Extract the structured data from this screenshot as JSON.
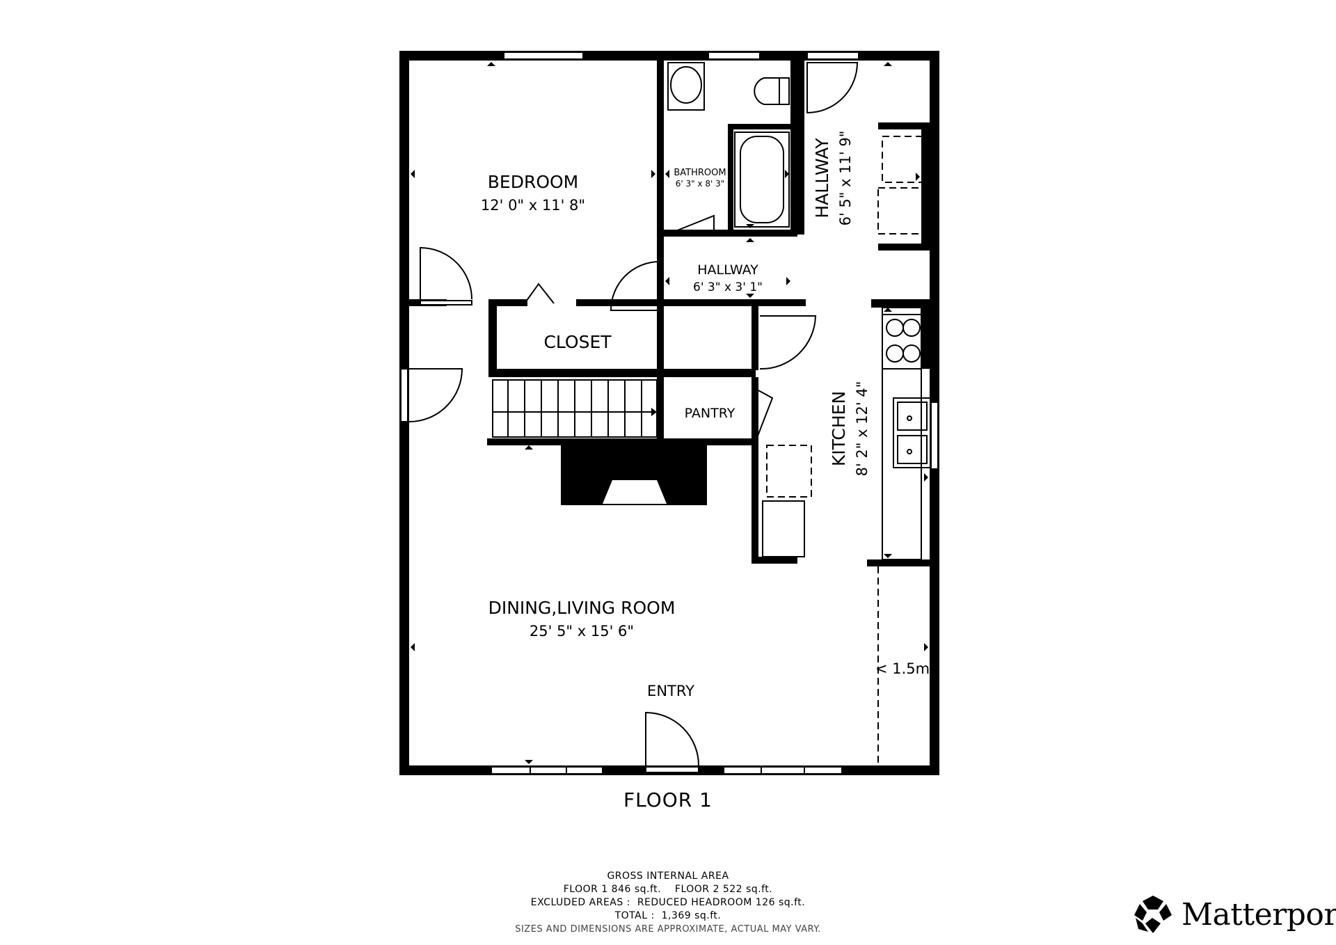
{
  "rooms": {
    "bedroom": {
      "name": "BEDROOM",
      "dims": "12' 0\" x 11' 8\""
    },
    "bathroom": {
      "name": "BATHROOM",
      "dims": "6' 3\" x 8' 3\""
    },
    "hallway_upper": {
      "name": "HALLWAY",
      "dims": "6' 5\" x 11' 9\""
    },
    "hallway_small": {
      "name": "HALLWAY",
      "dims": "6' 3\" x 3' 1\""
    },
    "closet": {
      "name": "CLOSET"
    },
    "pantry": {
      "name": "PANTRY"
    },
    "kitchen": {
      "name": "KITCHEN",
      "dims": "8' 2\" x 12' 4\""
    },
    "dining_living": {
      "name": "DINING,LIVING ROOM",
      "dims": "25' 5\" x 15' 6\""
    },
    "entry": {
      "name": "ENTRY"
    },
    "reduced_headroom": {
      "label": "< 1.5m"
    }
  },
  "floor_title": "FLOOR 1",
  "area_summary": {
    "heading": "GROSS INTERNAL AREA",
    "floors": "FLOOR 1 846 sq.ft.    FLOOR 2 522 sq.ft.",
    "excluded": "EXCLUDED AREAS :  REDUCED HEADROOM 126 sq.ft.",
    "total": "TOTAL :  1,369 sq.ft.",
    "disclaimer": "SIZES AND DIMENSIONS ARE APPROXIMATE, ACTUAL MAY VARY."
  },
  "brand": {
    "name": "Matterport",
    "color": "#000000"
  },
  "colors": {
    "wall": "#000000",
    "background": "#ffffff"
  }
}
